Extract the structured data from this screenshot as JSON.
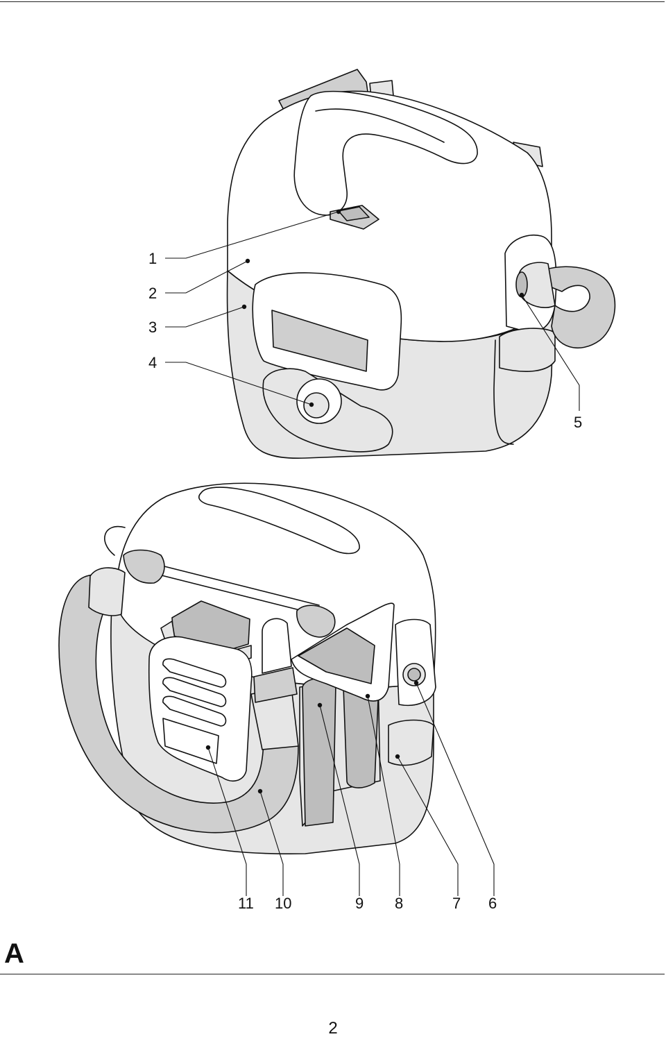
{
  "figure_letter": "A",
  "page_number": "2",
  "callouts": {
    "c1": "1",
    "c2": "2",
    "c3": "3",
    "c4": "4",
    "c5": "5",
    "c6": "6",
    "c7": "7",
    "c8": "8",
    "c9": "9",
    "c10": "10",
    "c11": "11"
  }
}
